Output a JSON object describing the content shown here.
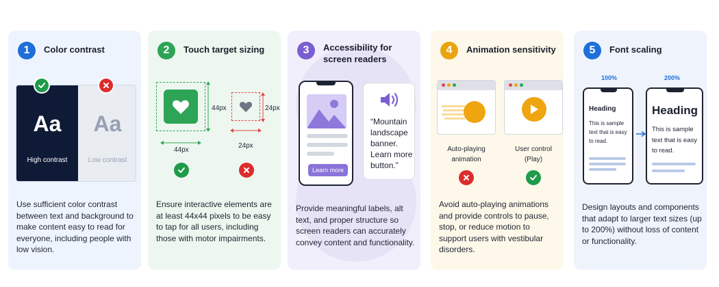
{
  "colors": {
    "card1_accent": "#1f6fd8",
    "card2_accent": "#2ea457",
    "card3_accent": "#7a5fd0",
    "card4_accent": "#e9a50e",
    "card5_accent": "#1f6fd8",
    "ok": "#1f9b4a",
    "error": "#dd2c2c"
  },
  "cards": [
    {
      "number": "1",
      "title": "Color contrast",
      "high_label": "High contrast",
      "low_label": "Low contrast",
      "sample_text": "Aa",
      "description": "Use sufficient color contrast between text and background to make content easy to read for everyone, including people with low vision."
    },
    {
      "number": "2",
      "title": "Touch target sizing",
      "big_height_label": "44px",
      "big_width_label": "44px",
      "small_height_label": "24px",
      "small_width_label": "24px",
      "description": "Ensure interactive elements are at least 44x44 pixels to be easy to tap for all users, including those with motor impairments."
    },
    {
      "number": "3",
      "title_line1": "Accessibility for",
      "title_line2": "screen readers",
      "button_label": "Learn more",
      "spoken_text": "“Mountain landscape banner. Learn more button.”",
      "description": "Provide meaningful labels, alt text, and proper structure so screen readers can accurately convey content and functionality."
    },
    {
      "number": "4",
      "title": "Animation sensitivity",
      "auto_caption_line1": "Auto-playing",
      "auto_caption_line2": "animation",
      "user_caption_line1": "User control",
      "user_caption_line2": "(Play)",
      "description": "Avoid auto-playing animations and provide controls to pause, stop, or reduce motion to support users with vestibular disorders."
    },
    {
      "number": "5",
      "title": "Font scaling",
      "small_scale": "100%",
      "large_scale": "200%",
      "heading": "Heading",
      "body": "This is sample text that is easy to read.",
      "description": "Design layouts and components that adapt to larger text sizes (up to 200%) without loss of content or functionality."
    }
  ]
}
